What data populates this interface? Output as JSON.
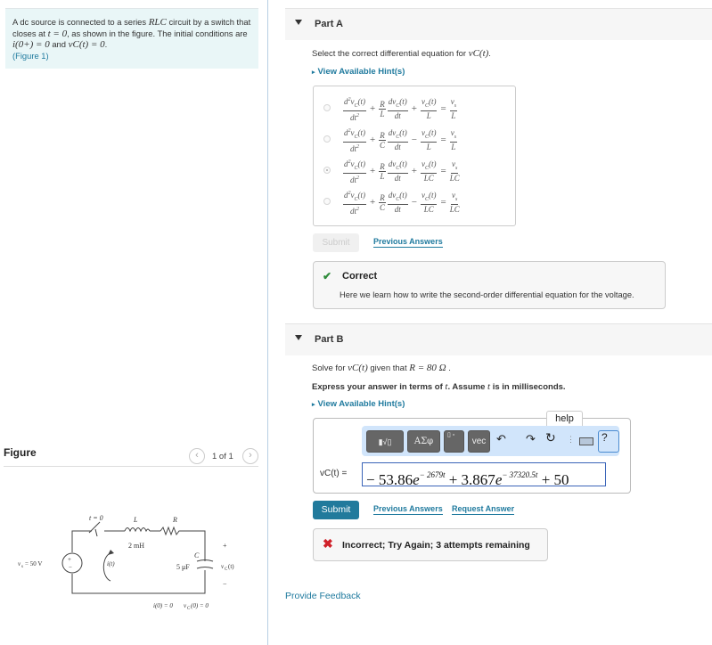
{
  "problem": {
    "text_1": "A dc source is connected to a series ",
    "rlc": "RLC",
    "text_2": " circuit by a switch that closes at ",
    "t0": "t = 0",
    "text_3": ", as shown in the figure. The initial conditions are ",
    "ic1": "i(0+) = 0",
    "text_4": " and ",
    "ic2": "vC(t) = 0",
    "text_5": ".",
    "figure_link": "(Figure 1)"
  },
  "figure": {
    "title": "Figure",
    "pager": "1 of 1",
    "prev_icon": "chevron-left-icon",
    "next_icon": "chevron-right-icon",
    "circuit": {
      "switch_label": "t = 0",
      "source_label": "vs = 50 V",
      "current_label": "i(t)",
      "inductor_label": "L",
      "inductor_value": "2 mH",
      "resistor_label": "R",
      "capacitor_label": "C",
      "capacitor_value": "5 μF",
      "cap_voltage_label": "vC(t)",
      "plus": "+",
      "minus": "−",
      "initial_conditions": "i(0) = 0    vC(0) = 0"
    }
  },
  "partA": {
    "title": "Part A",
    "prompt_1": "Select the correct differential equation for ",
    "prompt_var": "vC(t)",
    "prompt_2": ".",
    "hint": "View Available Hint(s)",
    "choices": [
      {
        "coef": "R/L",
        "sign": "+",
        "den": "L",
        "rhs_den": "L",
        "selected": false
      },
      {
        "coef": "R/C",
        "sign": "−",
        "den": "L",
        "rhs_den": "L",
        "selected": false
      },
      {
        "coef": "R/L",
        "sign": "+",
        "den": "LC",
        "rhs_den": "LC",
        "selected": true
      },
      {
        "coef": "R/C",
        "sign": "−",
        "den": "LC",
        "rhs_den": "LC",
        "selected": false
      }
    ],
    "submit": "Submit",
    "previous_answers": "Previous Answers",
    "feedback": {
      "status": "Correct",
      "message": "Here we learn how to write the second-order differential equation for the voltage."
    }
  },
  "partB": {
    "title": "Part B",
    "prompt_1": "Solve for ",
    "prompt_var": "vC(t)",
    "prompt_2": " given that ",
    "prompt_eq": "R = 80 Ω",
    "prompt_3": " .",
    "instruction_1": "Express your answer in terms of ",
    "instruction_t": "t",
    "instruction_2": ". Assume ",
    "instruction_3": " is in milliseconds.",
    "hint": "View Available Hint(s)",
    "help_tab": "help",
    "toolbar": {
      "templates": "▮√▯",
      "greek": "ΑΣφ",
      "subscript": "▯ ▫",
      "vec": "vec",
      "undo_icon": "↶",
      "redo_icon": "↷",
      "reset_icon": "↻",
      "help": "?"
    },
    "answer_label": "vC(t) =",
    "answer": {
      "c1": "− 53.86",
      "exp1": "− 2679t",
      "c2": " + 3.867",
      "exp2": "− 37320.5t",
      "c3": " + 50"
    },
    "submit": "Submit",
    "previous_answers": "Previous Answers",
    "request_answer": "Request Answer",
    "feedback": {
      "status": "Incorrect; Try Again; 3 attempts remaining"
    }
  },
  "footer": {
    "provide_feedback": "Provide Feedback"
  },
  "colors": {
    "accent": "#1f7a9e",
    "submit_bg": "#217a9c",
    "correct": "#2e8b3a",
    "incorrect": "#d0212a",
    "problem_bg": "#e9f6f7",
    "toolbar_bg": "#d1e5fb"
  }
}
